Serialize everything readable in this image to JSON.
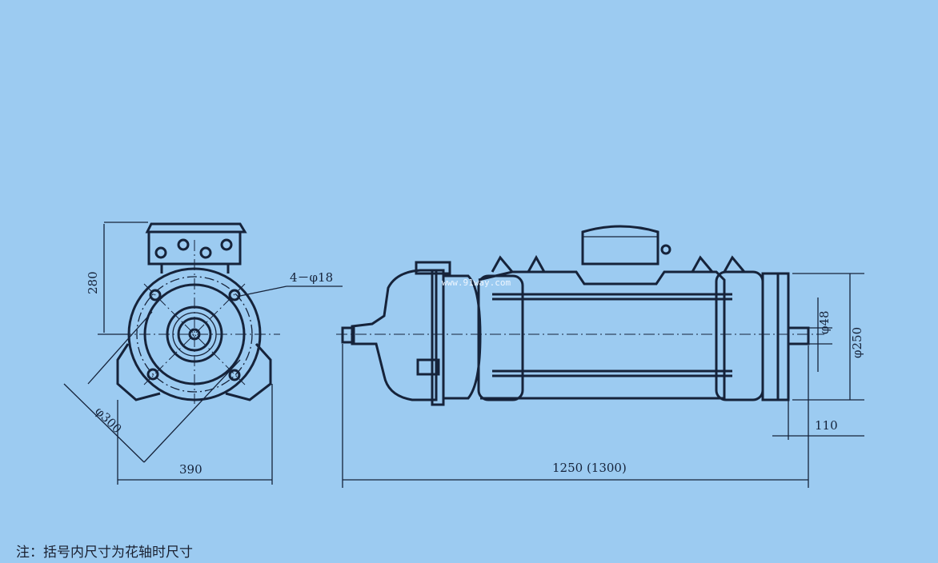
{
  "dimensions": {
    "height_280": "280",
    "holes": "4－φ18",
    "diameter_300": "φ300",
    "width_390": "390",
    "length": "1250 (1300)",
    "shaft_length": "110",
    "shaft_diameter": "φ48",
    "flange_diameter": "φ250"
  },
  "watermark": "www.91way.com",
  "note": "注：括号内尺寸为花轴时尺寸",
  "colors": {
    "background": "#9ccbf1",
    "ink": "#16233a"
  }
}
